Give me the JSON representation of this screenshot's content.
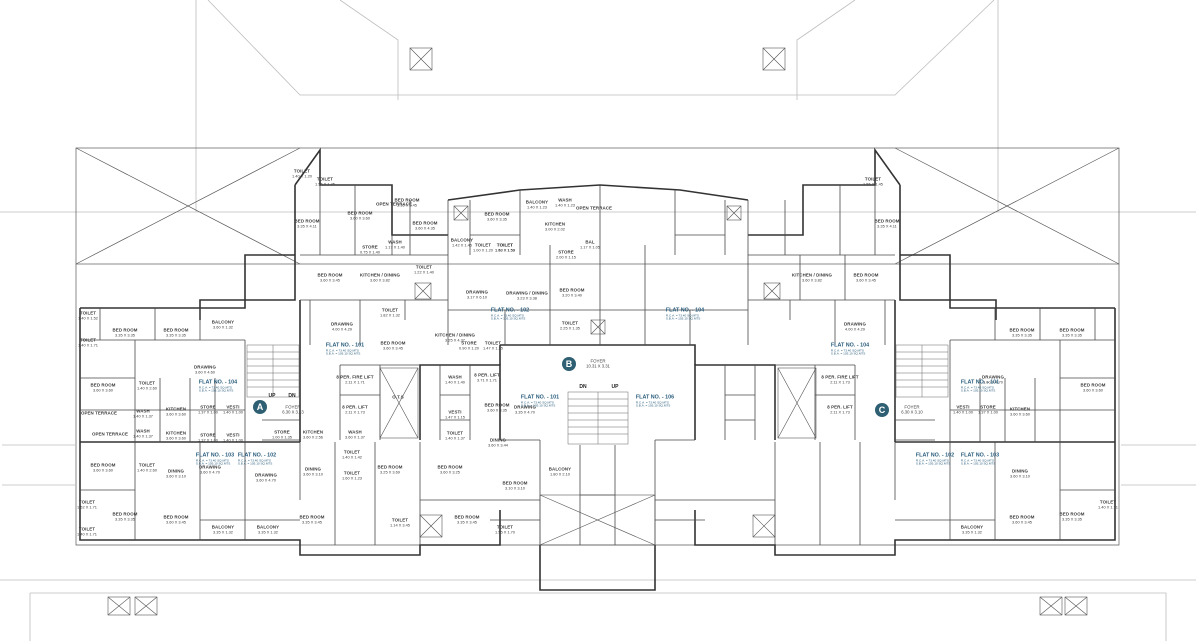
{
  "plan": {
    "rooms": [
      {
        "id": "a-toilet-top",
        "name": "TOILET",
        "dim": "1.40 X 1.20"
      },
      {
        "id": "a-toilet-top2",
        "name": "TOILET",
        "dim": "1.55 X 1.45"
      },
      {
        "id": "a-bed1",
        "name": "BED ROOM",
        "dim": "3.35 X 4.11"
      },
      {
        "id": "a-bed2",
        "name": "BED ROOM",
        "dim": "3.60 X 3.60"
      },
      {
        "id": "a-bed3",
        "name": "BED ROOM",
        "dim": "3.60 X 4.35"
      },
      {
        "id": "a-bed4",
        "name": "BED ROOM",
        "dim": "3.35 X 3.45"
      },
      {
        "id": "a-open-terrace",
        "name": "OPEN TERRACE",
        "dim": ""
      },
      {
        "id": "a-store1",
        "name": "STORE",
        "dim": "0.75 X 1.40"
      },
      {
        "id": "a-wash1",
        "name": "WASH",
        "dim": "1.17 X 1.40"
      },
      {
        "id": "a-balcony1",
        "name": "BALCONY",
        "dim": "1.42 X 1.45"
      },
      {
        "id": "a-toilet3",
        "name": "TOILET",
        "dim": "1.00 X 1.20"
      },
      {
        "id": "a-toilet4",
        "name": "TOILET",
        "dim": "1.52 X 1.53"
      },
      {
        "id": "a-toilet5",
        "name": "TOILET",
        "dim": "1.22 X 1.40"
      },
      {
        "id": "a-bed5",
        "name": "BED ROOM",
        "dim": "3.60 X 3.45"
      },
      {
        "id": "a-kitchen1",
        "name": "KITCHEN / DINING",
        "dim": "3.60 X 3.82"
      },
      {
        "id": "a-drawing1",
        "name": "DRAWING",
        "dim": "4.00 X 4.29"
      },
      {
        "id": "a-toilet6",
        "name": "TOILET",
        "dim": "1.82 X 1.32"
      },
      {
        "id": "a-bed6",
        "name": "BED ROOM",
        "dim": "3.60 X 3.45"
      },
      {
        "id": "a-bal2",
        "name": "BALCONY",
        "dim": "3.60 X 1.32"
      },
      {
        "id": "a-toilet7",
        "name": "TOILET",
        "dim": "1.40 X 1.52"
      },
      {
        "id": "a-bed7",
        "name": "BED ROOM",
        "dim": "3.35 X 3.35"
      },
      {
        "id": "a-bed8",
        "name": "BED ROOM",
        "dim": "3.35 X 3.35"
      },
      {
        "id": "a-toilet8",
        "name": "TOILET",
        "dim": "1.40 X 1.71"
      },
      {
        "id": "a-drawing2",
        "name": "DRAWING",
        "dim": "3.60 X 4.60"
      },
      {
        "id": "a-bed9",
        "name": "BED ROOM",
        "dim": "3.60 X 3.60"
      },
      {
        "id": "a-toilet9",
        "name": "TOILET",
        "dim": "1.40 X 2.60"
      },
      {
        "id": "a-open-terrace2",
        "name": "OPEN TERRACE",
        "dim": ""
      },
      {
        "id": "a-wash2",
        "name": "WASH",
        "dim": "1.40 X 1.37"
      },
      {
        "id": "a-kitchen2",
        "name": "KITCHEN",
        "dim": "3.60 X 3.60"
      },
      {
        "id": "a-store2",
        "name": "STORE",
        "dim": "1.37 X 1.00"
      },
      {
        "id": "a-vesti",
        "name": "VESTI",
        "dim": "1.40 X 1.00"
      },
      {
        "id": "a-open-terrace3",
        "name": "OPEN TERRACE",
        "dim": ""
      },
      {
        "id": "a-wash3",
        "name": "WASH",
        "dim": "1.40 X 1.37"
      },
      {
        "id": "a-kitchen3",
        "name": "KITCHEN",
        "dim": "3.60 X 3.60"
      },
      {
        "id": "a-store3",
        "name": "STORE",
        "dim": "1.37 X 1.00"
      },
      {
        "id": "a-vesti2",
        "name": "VESTI",
        "dim": "1.40 X 1.00"
      },
      {
        "id": "a-bed10",
        "name": "BED ROOM",
        "dim": "3.60 X 3.60"
      },
      {
        "id": "a-toilet10",
        "name": "TOILET",
        "dim": "1.40 X 2.60"
      },
      {
        "id": "a-dining",
        "name": "DINING",
        "dim": "3.60 X 3.10"
      },
      {
        "id": "a-drawing3",
        "name": "DRAWING",
        "dim": "3.60 X 4.70"
      },
      {
        "id": "a-toilet11",
        "name": "TOILET",
        "dim": "1.52 X 1.71"
      },
      {
        "id": "a-bed11",
        "name": "BED ROOM",
        "dim": "3.35 X 3.35"
      },
      {
        "id": "a-bed12",
        "name": "BED ROOM",
        "dim": "3.60 X 3.45"
      },
      {
        "id": "a-toilet12",
        "name": "TOILET",
        "dim": "1.40 X 1.71"
      },
      {
        "id": "a-bal3",
        "name": "BALCONY",
        "dim": "3.35 X 1.32"
      },
      {
        "id": "a-bal4",
        "name": "BALCONY",
        "dim": "3.35 X 1.32"
      },
      {
        "id": "a-bed13",
        "name": "BED ROOM",
        "dim": "3.35 X 3.45"
      },
      {
        "id": "a-drawing4",
        "name": "DRAWING",
        "dim": "3.60 X 4.70"
      },
      {
        "id": "a-kitchen4",
        "name": "KITCHEN",
        "dim": "3.60 X 2.56"
      },
      {
        "id": "a-store4",
        "name": "STORE",
        "dim": "1.00 X 1.35"
      },
      {
        "id": "a-dining2",
        "name": "DINING",
        "dim": "3.60 X 3.10"
      },
      {
        "id": "a-bed14",
        "name": "BED ROOM",
        "dim": "3.25 X 3.69"
      },
      {
        "id": "a-toilet13",
        "name": "TOILET",
        "dim": "1.40 X 1.42"
      },
      {
        "id": "a-toilet14",
        "name": "TOILET",
        "dim": "1.60 X 1.23"
      },
      {
        "id": "a-8per-lift",
        "name": "8 PER. FIRE LIFT",
        "dim": "2.11 X 1.71"
      },
      {
        "id": "a-8per-lift2",
        "name": "8 PER. LIFT",
        "dim": "2.11 X 1.73"
      },
      {
        "id": "a-wash4",
        "name": "WASH",
        "dim": "3.60 X 1.37"
      },
      {
        "id": "a-duct1",
        "name": "O.T.S",
        "dim": ""
      },
      {
        "id": "b-bed1",
        "name": "BED ROOM",
        "dim": "3.60 X 3.35"
      },
      {
        "id": "b-balcony",
        "name": "BALCONY",
        "dim": "1.40 X 1.23"
      },
      {
        "id": "b-wash",
        "name": "WASH",
        "dim": "1.40 X 1.23"
      },
      {
        "id": "b-open-terrace",
        "name": "OPEN TERRACE",
        "dim": ""
      },
      {
        "id": "b-kitchen",
        "name": "KITCHEN",
        "dim": "3.00 X 2.02"
      },
      {
        "id": "b-store",
        "name": "STORE",
        "dim": "2.00 X 1.15"
      },
      {
        "id": "b-bal",
        "name": "BAL",
        "dim": "1.17 X 1.05"
      },
      {
        "id": "b-toilet",
        "name": "TOILET",
        "dim": "1.40 X 1.50"
      },
      {
        "id": "b-drawing1",
        "name": "DRAWING / DINING",
        "dim": "3.23 X 3.38"
      },
      {
        "id": "b-drawing2",
        "name": "DRAWING",
        "dim": "3.17 X 6.10"
      },
      {
        "id": "b-bed2",
        "name": "BED ROOM",
        "dim": "3.20 X 3.40"
      },
      {
        "id": "b-toilet2",
        "name": "TOILET",
        "dim": "2.25 X 1.35"
      },
      {
        "id": "b-kitchen2",
        "name": "KITCHEN / DINING",
        "dim": "3.25 X 4.37"
      },
      {
        "id": "b-store2",
        "name": "STORE",
        "dim": "0.90 X 1.20"
      },
      {
        "id": "b-toilet3",
        "name": "TOILET",
        "dim": "1.47 X 1.25"
      },
      {
        "id": "b-8per-lift",
        "name": "8 PER. LIFT",
        "dim": "3.71 X 1.71"
      },
      {
        "id": "b-wash2",
        "name": "WASH",
        "dim": "1.40 X 1.40"
      },
      {
        "id": "b-vesti",
        "name": "VESTI",
        "dim": "1.47 X 1.15"
      },
      {
        "id": "b-bed3",
        "name": "BED ROOM",
        "dim": "3.60 X 3.35"
      },
      {
        "id": "b-drawing3",
        "name": "DRAWING",
        "dim": "3.35 X 4.70"
      },
      {
        "id": "b-toilet4",
        "name": "TOILET",
        "dim": "1.40 X 1.37"
      },
      {
        "id": "b-dining",
        "name": "DINING",
        "dim": "3.60 X 3.44"
      },
      {
        "id": "b-bed4",
        "name": "BED ROOM",
        "dim": "3.60 X 3.25"
      },
      {
        "id": "b-bed5",
        "name": "BED ROOM",
        "dim": "3.10 X 3.10"
      },
      {
        "id": "b-balcony2",
        "name": "BALCONY",
        "dim": "1.80 X 2.10"
      },
      {
        "id": "b-toilet5",
        "name": "TOILET",
        "dim": "1.55 X 1.70"
      },
      {
        "id": "b-toilet6",
        "name": "TOILET",
        "dim": "1.14 X 3.45"
      },
      {
        "id": "b-bed6",
        "name": "BED ROOM",
        "dim": "3.35 X 3.45"
      },
      {
        "id": "c-bed1",
        "name": "BED ROOM",
        "dim": "3.35 X 4.11"
      },
      {
        "id": "c-toilet1",
        "name": "TOILET",
        "dim": "1.55 X 1.45"
      },
      {
        "id": "c-bed2",
        "name": "BED ROOM",
        "dim": "3.60 X 3.45"
      },
      {
        "id": "c-kitchen",
        "name": "KITCHEN / DINING",
        "dim": "3.60 X 3.82"
      },
      {
        "id": "c-drawing",
        "name": "DRAWING",
        "dim": "4.00 X 4.29"
      },
      {
        "id": "c-bed3",
        "name": "BED ROOM",
        "dim": "3.35 X 3.35"
      },
      {
        "id": "c-bed4",
        "name": "BED ROOM",
        "dim": "3.35 X 3.35"
      },
      {
        "id": "c-drawing2",
        "name": "DRAWING",
        "dim": "3.60 X 4.70"
      },
      {
        "id": "c-bed5",
        "name": "BED ROOM",
        "dim": "3.60 X 3.60"
      },
      {
        "id": "c-kitchen2",
        "name": "KITCHEN",
        "dim": "3.60 X 3.60"
      },
      {
        "id": "c-store",
        "name": "STORE",
        "dim": "1.37 X 1.00"
      },
      {
        "id": "c-vesti",
        "name": "VESTI",
        "dim": "1.40 X 1.00"
      },
      {
        "id": "c-dining",
        "name": "DINING",
        "dim": "3.60 X 3.10"
      },
      {
        "id": "c-bed6",
        "name": "BED ROOM",
        "dim": "3.35 X 3.35"
      },
      {
        "id": "c-bed7",
        "name": "BED ROOM",
        "dim": "3.60 X 3.45"
      },
      {
        "id": "c-toilet2",
        "name": "TOILET",
        "dim": "1.40 X 1.71"
      },
      {
        "id": "c-bal",
        "name": "BALCONY",
        "dim": "3.35 X 1.32"
      },
      {
        "id": "c-8per-lift",
        "name": "8 PER. FIRE LIFT",
        "dim": "2.11 X 1.73"
      },
      {
        "id": "c-8per-lift2",
        "name": "8 PER. LIFT",
        "dim": "2.11 X 1.73"
      }
    ],
    "flats": [
      {
        "id": "f101a",
        "label": "FLAT NO. - 101",
        "area1": "R.C.A. = 73.40 SQ.MTS",
        "area2": "S.B.A. = 105.10 SQ.MTS"
      },
      {
        "id": "f102",
        "label": "FLAT NO. - 102",
        "area1": "R.C.A. = 73.40 SQ.MTS",
        "area2": "S.B.A. = 105.10 SQ.MTS"
      },
      {
        "id": "f103",
        "label": "FLAT NO. - 103",
        "area1": "R.C.A. = 73.40 SQ.MTS",
        "area2": "S.B.A. = 105.10 SQ.MTS"
      },
      {
        "id": "f104a",
        "label": "FLAT NO. - 104",
        "area1": "R.C.A. = 73.40 SQ.MTS",
        "area2": "S.B.A. = 105.10 SQ.MTS"
      },
      {
        "id": "f102b",
        "label": "FLAT NO. - 102",
        "area1": "R.C.A. = 73.40 SQ.MTS",
        "area2": "S.B.A. = 105.10 SQ.MTS"
      },
      {
        "id": "f101b",
        "label": "FLAT NO. - 101",
        "area1": "R.C.A. = 73.40 SQ.MTS",
        "area2": "S.B.A. = 105.10 SQ.MTS"
      },
      {
        "id": "f106",
        "label": "FLAT NO. - 106",
        "area1": "R.C.A. = 73.40 SQ.MTS",
        "area2": "S.B.A. = 105.10 SQ.MTS"
      },
      {
        "id": "f104b",
        "label": "FLAT NO. - 104",
        "area1": "R.C.A. = 73.40 SQ.MTS",
        "area2": "S.B.A. = 105.10 SQ.MTS"
      },
      {
        "id": "f101c",
        "label": "FLAT NO. - 101",
        "area1": "R.C.A. = 73.40 SQ.MTS",
        "area2": "S.B.A. = 105.10 SQ.MTS"
      },
      {
        "id": "f104c",
        "label": "FLAT NO. - 104",
        "area1": "R.C.A. = 73.40 SQ.MTS",
        "area2": "S.B.A. = 105.10 SQ.MTS"
      },
      {
        "id": "f102c",
        "label": "FLAT NO. - 102",
        "area1": "R.C.A. = 73.40 SQ.MTS",
        "area2": "S.B.A. = 105.10 SQ.MTS"
      },
      {
        "id": "f103c",
        "label": "FLAT NO. - 103",
        "area1": "R.C.A. = 73.40 SQ.MTS",
        "area2": "S.B.A. = 105.10 SQ.MTS"
      }
    ],
    "wings": [
      {
        "id": "wing-a",
        "letter": "A",
        "foyer_label": "FOYER",
        "foyer_dim": "6.30 X 3.13"
      },
      {
        "id": "wing-b",
        "letter": "B",
        "foyer_label": "FOYER",
        "foyer_dim": "10.31 X 3.31"
      },
      {
        "id": "wing-c",
        "letter": "C",
        "foyer_label": "FOYER",
        "foyer_dim": "6.30 X 3.10"
      }
    ],
    "stairs": [
      {
        "id": "stair-a-up",
        "text": "UP"
      },
      {
        "id": "stair-a-dn",
        "text": "DN"
      },
      {
        "id": "stair-b-dn",
        "text": "DN"
      },
      {
        "id": "stair-b-up",
        "text": "UP"
      }
    ],
    "colors": {
      "line": "#3d3d3d",
      "light_line": "#a9a9a9",
      "flat_text": "#2a5d7c",
      "badge": "#2e5f73"
    }
  }
}
